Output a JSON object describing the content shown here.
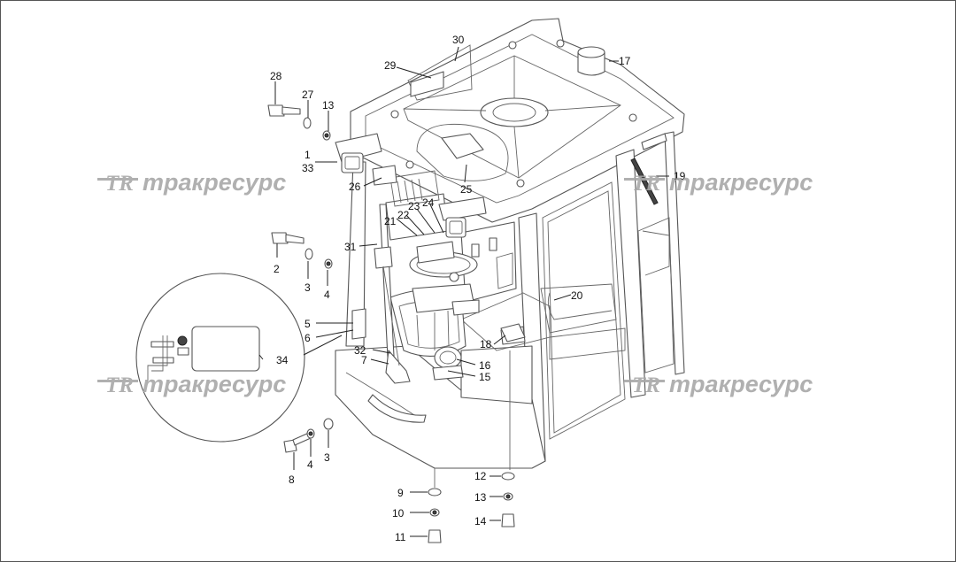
{
  "watermark": {
    "logo": "TR",
    "text": "тракресурс",
    "color": "#a8a8a8"
  },
  "callouts": {
    "c1": "1",
    "c2": "2",
    "c3a": "3",
    "c3b": "3",
    "c4a": "4",
    "c4b": "4",
    "c5": "5",
    "c6": "6",
    "c7": "7",
    "c8": "8",
    "c9": "9",
    "c10": "10",
    "c11": "11",
    "c12": "12",
    "c13a": "13",
    "c13b": "13",
    "c14": "14",
    "c15": "15",
    "c16": "16",
    "c17": "17",
    "c18": "18",
    "c19": "19",
    "c20": "20",
    "c21": "21",
    "c22": "22",
    "c23": "23",
    "c24": "24",
    "c25": "25",
    "c26": "26",
    "c27": "27",
    "c28": "28",
    "c29": "29",
    "c30": "30",
    "c31": "31",
    "c32": "32",
    "c33": "33",
    "c34": "34"
  }
}
